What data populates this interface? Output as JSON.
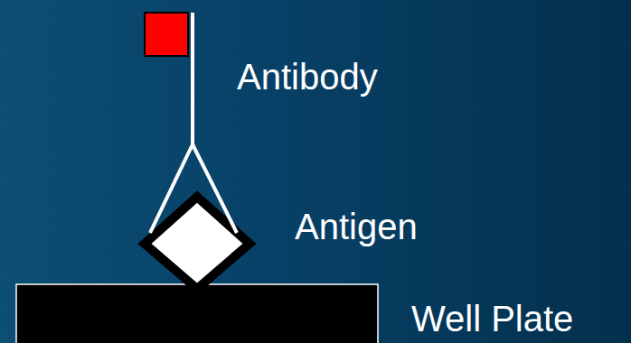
{
  "diagram": {
    "labels": [
      "Antibody",
      "Antigen",
      "Well Plate"
    ]
  }
}
